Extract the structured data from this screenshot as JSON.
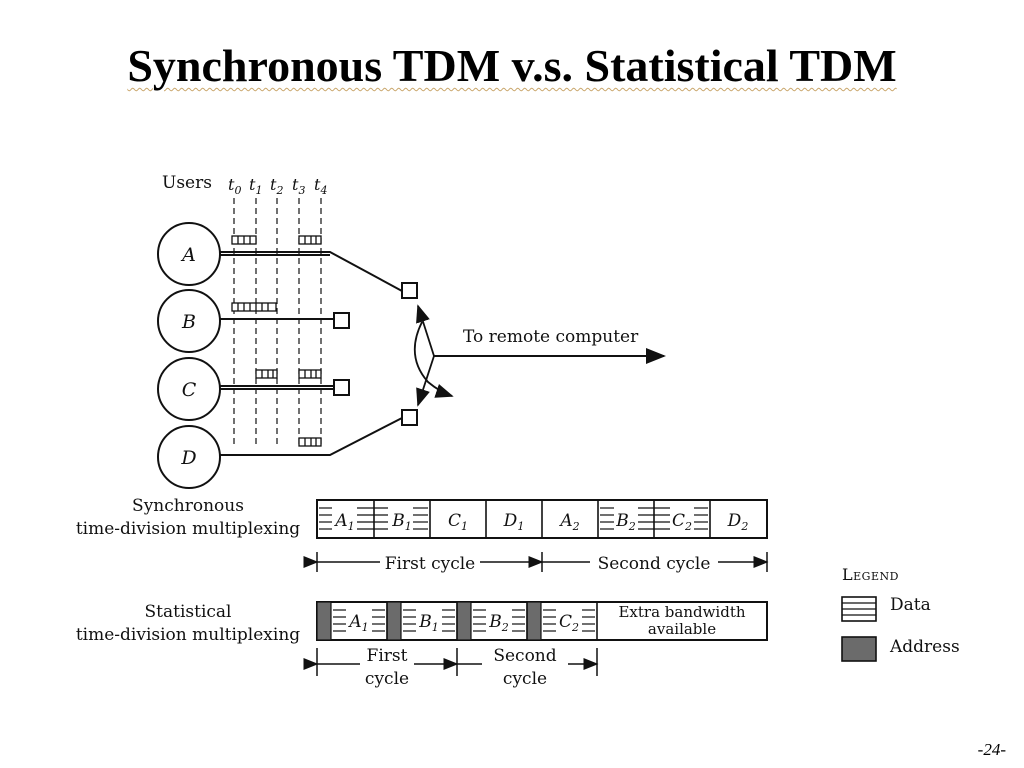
{
  "title": "Synchronous TDM v.s. Statistical TDM",
  "page_number": "-24-",
  "users_label": "Users",
  "time_labels": [
    {
      "base": "t",
      "sub": "0"
    },
    {
      "base": "t",
      "sub": "1"
    },
    {
      "base": "t",
      "sub": "2"
    },
    {
      "base": "t",
      "sub": "3"
    },
    {
      "base": "t",
      "sub": "4"
    }
  ],
  "users": [
    "A",
    "B",
    "C",
    "D"
  ],
  "remote_label": "To remote computer",
  "synchronous": {
    "label_line1": "Synchronous",
    "label_line2": "time-division multiplexing",
    "slots": [
      {
        "base": "A",
        "sub": "1"
      },
      {
        "base": "B",
        "sub": "1"
      },
      {
        "base": "C",
        "sub": "1"
      },
      {
        "base": "D",
        "sub": "1"
      },
      {
        "base": "A",
        "sub": "2"
      },
      {
        "base": "B",
        "sub": "2"
      },
      {
        "base": "C",
        "sub": "2"
      },
      {
        "base": "D",
        "sub": "2"
      }
    ],
    "cycles": [
      "First cycle",
      "Second cycle"
    ]
  },
  "statistical": {
    "label_line1": "Statistical",
    "label_line2": "time-division multiplexing",
    "slots": [
      {
        "base": "A",
        "sub": "1"
      },
      {
        "base": "B",
        "sub": "1"
      },
      {
        "base": "B",
        "sub": "2"
      },
      {
        "base": "C",
        "sub": "2"
      }
    ],
    "extra_line1": "Extra bandwidth",
    "extra_line2": "available",
    "cycles": [
      {
        "line1": "First",
        "line2": "cycle"
      },
      {
        "line1": "Second",
        "line2": "cycle"
      }
    ]
  },
  "legend": {
    "title": "Legend",
    "data": "Data",
    "address": "Address"
  },
  "colors": {
    "address_fill": "#6b6b6b",
    "title_underline": "#c9a66b"
  }
}
